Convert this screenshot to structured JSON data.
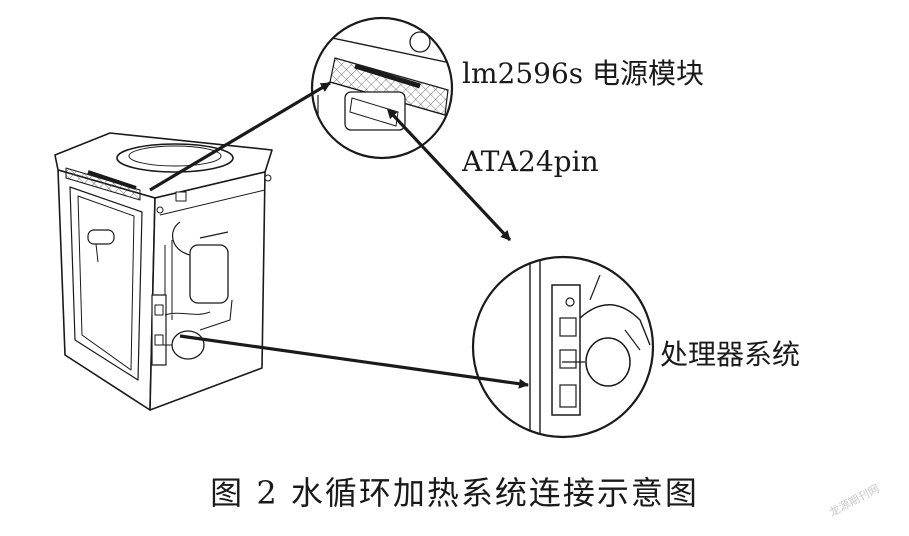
{
  "labels": {
    "psu_module": "lm2596s 电源模块",
    "connector": "ATA24pin",
    "processor": "处理器系统"
  },
  "caption": "图 2   水循环加热系统连接示意图",
  "watermark": "龙源期刊网",
  "colors": {
    "line": "#1a1a1a",
    "mesh": "#555555",
    "background": "#ffffff"
  }
}
